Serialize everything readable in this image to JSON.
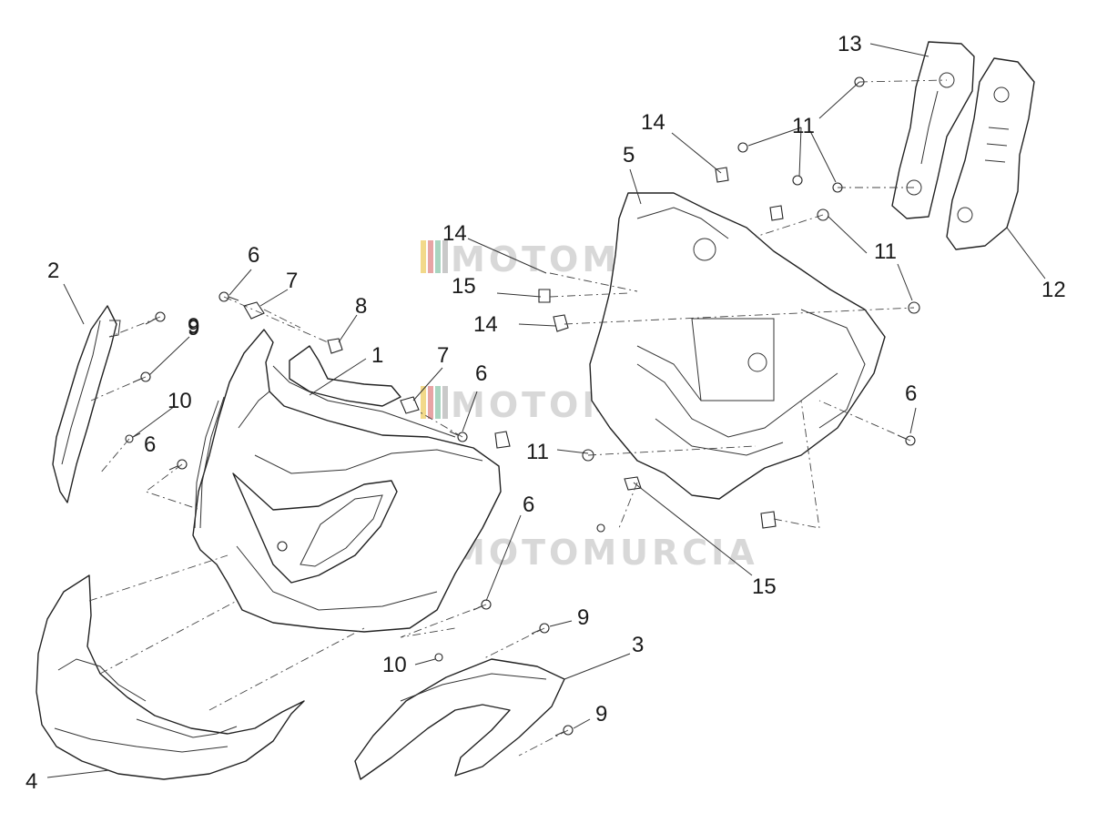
{
  "watermark": {
    "text": "MOTOMURCIA",
    "stripe_colors": [
      "#f2d98a",
      "#e7a4a4",
      "#a8d5c0",
      "#c9c9c9"
    ]
  },
  "callouts": {
    "c1": "1",
    "c2": "2",
    "c3": "3",
    "c4": "4",
    "c5": "5",
    "c6a": "6",
    "c6b": "6",
    "c6c": "6",
    "c6d": "6",
    "c6e": "6",
    "c7a": "7",
    "c7b": "7",
    "c8": "8",
    "c9a": "9",
    "c9b": "9",
    "c9c": "9",
    "c9d": "9",
    "c10a": "10",
    "c10b": "10",
    "c11a": "11",
    "c11b": "11",
    "c11c": "11",
    "c12": "12",
    "c13": "13",
    "c14a": "14",
    "c14b": "14",
    "c14c": "14",
    "c15a": "15",
    "c15b": "15"
  }
}
